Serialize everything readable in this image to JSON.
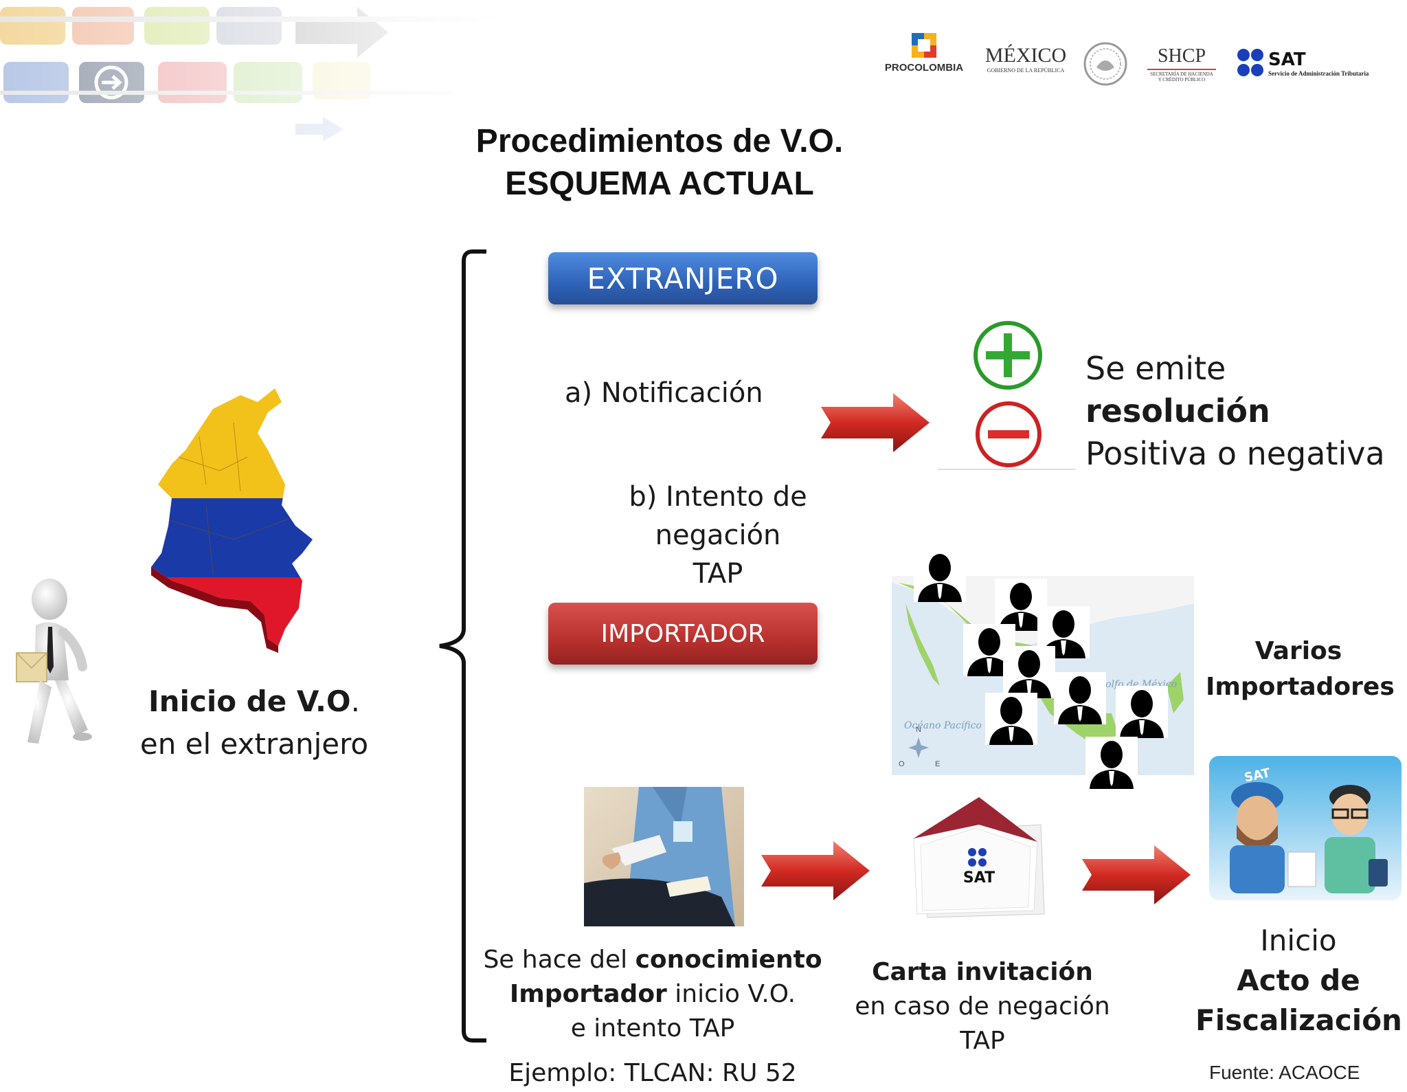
{
  "header": {
    "title_line1": "Procedimientos de V.O.",
    "title_line2": "ESQUEMA ACTUAL"
  },
  "logos": {
    "procolombia": "PROCOLOMBIA",
    "mexico": "MÉXICO",
    "mexico_sub": "GOBIERNO DE LA REPÚBLICA",
    "shcp": "SHCP",
    "shcp_sub1": "SECRETARÍA DE HACIENDA",
    "shcp_sub2": "Y CRÉDITO PÚBLICO",
    "sat": "SAT",
    "sat_sub": "Servicio de Administración Tributaria"
  },
  "left": {
    "inicio_bold": "Inicio de V.O",
    "inicio_dot": ".",
    "inicio_line2": "en el extranjero"
  },
  "extranjero": {
    "button": "EXTRANJERO",
    "item_a": "a) Notificación",
    "item_b_line1": "b) Intento de negación",
    "item_b_line2": "TAP",
    "result_pre": "Se emite ",
    "result_bold": "resolución",
    "result_line2": "Positiva o negativa"
  },
  "importador": {
    "button": "IMPORTADOR",
    "map_gulf": "Golfo de México",
    "map_pacific": "Océano Pacífico",
    "compass_n": "N",
    "compass_o": "O",
    "compass_e": "E",
    "varios_line1": "Varios",
    "varios_line2": "Importadores",
    "conoc_pre": "Se hace del ",
    "conoc_bold": "conocimiento",
    "conoc_line2_bold": "Importador",
    "conoc_line2_rest": " inicio V.O.",
    "conoc_line3": "e intento TAP",
    "ejemplo": "Ejemplo: TLCAN: RU 52",
    "carta_bold": "Carta invitación",
    "carta_line2": "en caso de negación",
    "carta_line3": "TAP",
    "envelope_sat": "SAT",
    "inicio_line1": "Inicio",
    "acto_bold1": "Acto de",
    "acto_bold2": "Fiscalización",
    "sat_badge": "SAT"
  },
  "footer": {
    "fuente": "Fuente: ACAOCE"
  },
  "colors": {
    "blue_button": "#2f63b8",
    "red_button": "#b8312e",
    "arrow_red": "#d12a22",
    "plus_green": "#2a9a2a",
    "minus_red": "#cc2222"
  }
}
